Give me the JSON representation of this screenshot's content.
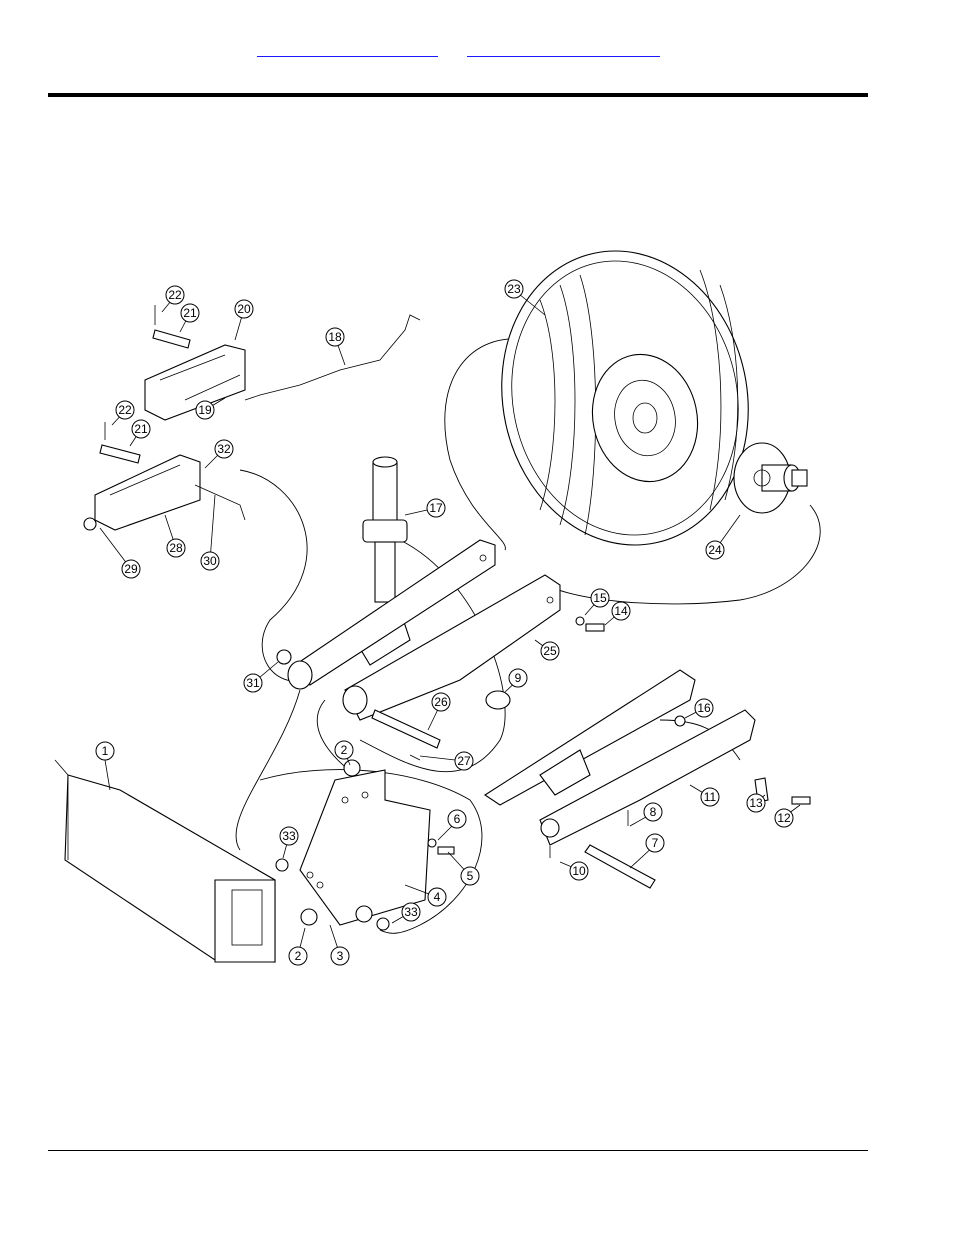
{
  "header": {
    "links": [
      {
        "label": ""
      },
      {
        "label": ""
      }
    ]
  },
  "callouts": {
    "c1": "1",
    "c2a": "2",
    "c2b": "2",
    "c3": "3",
    "c4": "4",
    "c5": "5",
    "c6": "6",
    "c7": "7",
    "c8": "8",
    "c9": "9",
    "c10": "10",
    "c11": "11",
    "c12": "12",
    "c13": "13",
    "c14": "14",
    "c15": "15",
    "c16": "16",
    "c17": "17",
    "c18": "18",
    "c19": "19",
    "c20": "20",
    "c21a": "21",
    "c21b": "21",
    "c22a": "22",
    "c22b": "22",
    "c23": "23",
    "c24": "24",
    "c25": "25",
    "c26": "26",
    "c27": "27",
    "c28": "28",
    "c29": "29",
    "c30": "30",
    "c31": "31",
    "c32": "32",
    "c33a": "33",
    "c33b": "33"
  }
}
